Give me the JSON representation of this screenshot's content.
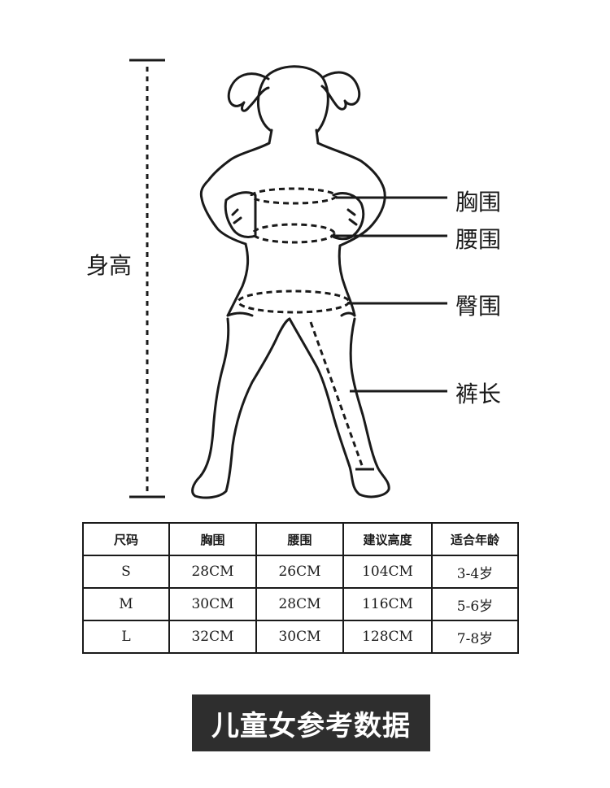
{
  "labels": {
    "height": "身高",
    "chest": "胸围",
    "waist": "腰围",
    "hip": "臀围",
    "pants_length": "裤长"
  },
  "table": {
    "headers": [
      "尺码",
      "胸围",
      "腰围",
      "建议高度",
      "适合年龄"
    ],
    "rows": [
      [
        "S",
        "28CM",
        "26CM",
        "104CM",
        "3-4岁"
      ],
      [
        "M",
        "30CM",
        "28CM",
        "116CM",
        "5-6岁"
      ],
      [
        "L",
        "32CM",
        "30CM",
        "128CM",
        "7-8岁"
      ]
    ]
  },
  "caption": "儿童女参考数据",
  "colors": {
    "ink": "#1a1a1a",
    "caption_bg": "#2e2e2e",
    "background": "#ffffff"
  }
}
